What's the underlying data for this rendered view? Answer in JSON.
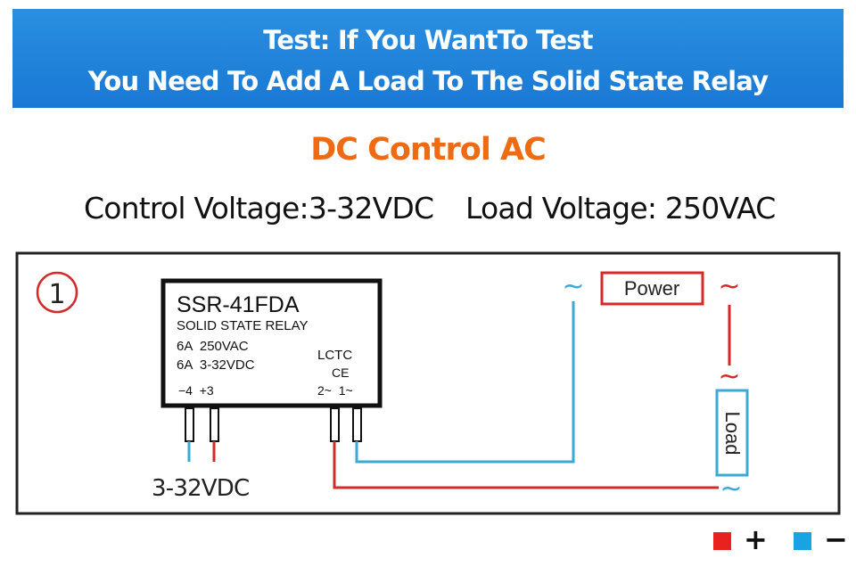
{
  "banner": {
    "line1": "Test: If You WantTo Test",
    "line2": "You Need To Add A Load To The Solid State Relay"
  },
  "subtitle": "DC Control AC",
  "specs": {
    "control": "Control Voltage:3-32VDC",
    "load": "Load Voltage: 250VAC"
  },
  "diagram": {
    "step_number": "1",
    "relay": {
      "model": "SSR-41FDA",
      "type": "SOLID STATE RELAY",
      "rating_ac": "6A  250VAC",
      "rating_dc": "6A  3-32VDC",
      "brand": "LCTC",
      "ce_mark": "CE",
      "pins_dc": "−4  +3",
      "pins_ac": "2~  1~"
    },
    "input_voltage": "3-32VDC",
    "power_label": "Power",
    "load_label": "Load",
    "ac_symbol": "~"
  },
  "legend": {
    "plus_symbol": "+",
    "minus_symbol": "−",
    "plus_color": "#e8231f",
    "minus_color": "#1aa3e3"
  },
  "colors": {
    "banner_bg": "#1f83da",
    "subtitle": "#ef6b13",
    "wire_red": "#d42a2a",
    "wire_blue": "#3aa9d8"
  }
}
